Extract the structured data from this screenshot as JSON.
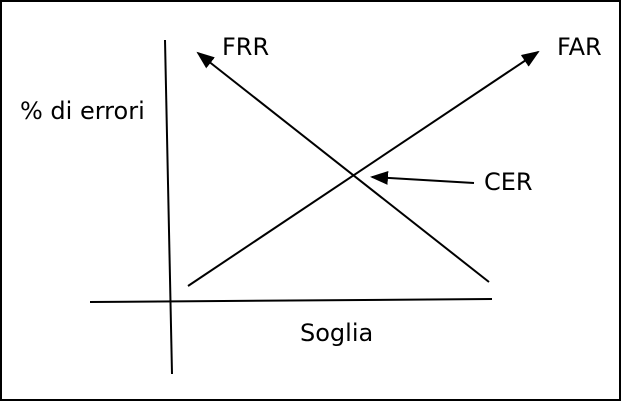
{
  "labels": {
    "frr": "FRR",
    "far": "FAR",
    "cer": "CER",
    "y_axis": "% di errori",
    "x_axis": "Soglia"
  },
  "colors": {
    "line": "#000000",
    "background": "#ffffff"
  }
}
